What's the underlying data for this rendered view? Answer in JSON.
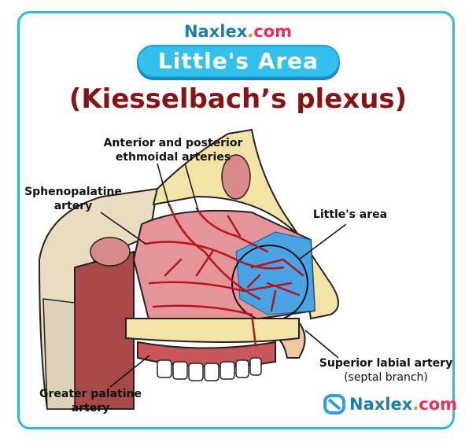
{
  "header": {
    "brand_name": "Naxlex",
    "brand_dot": ".",
    "brand_tld": "com",
    "pill_title": "Little's Area",
    "subtitle": "(Kiesselbach’s plexus)"
  },
  "labels": {
    "ethmoidal_line1": "Anterior and posterior",
    "ethmoidal_line2": "ethmoidal arteries",
    "sphenopalatine_line1": "Sphenopalatine",
    "sphenopalatine_line2": "artery",
    "littles_area": "Little's area",
    "superior_labial": "Superior labial artery",
    "superior_labial_sub": "(septal branch)",
    "greater_palatine_line1": "Greater palatine",
    "greater_palatine_line2": "artery"
  },
  "footer": {
    "brand_name": "Naxlex",
    "brand_dot": ".",
    "brand_tld": "com"
  },
  "colors": {
    "accent": "#2bb8e8",
    "title": "#861316",
    "artery": "#b3161c",
    "littles_area": "#3f9be0"
  }
}
